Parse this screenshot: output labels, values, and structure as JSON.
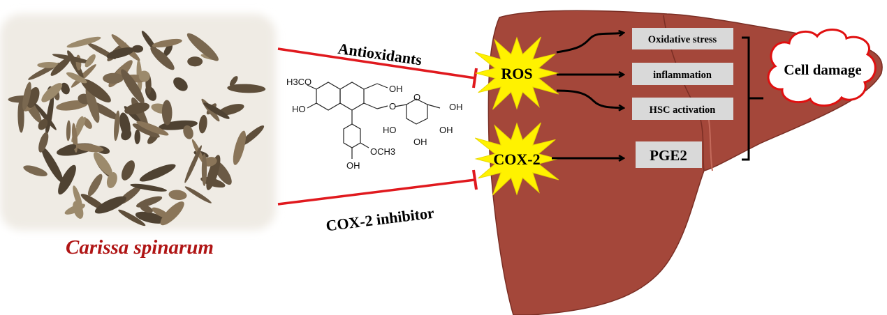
{
  "plant": {
    "name": "Carissa spinarum"
  },
  "inhibitions": {
    "top_label": "Antioxidants",
    "bottom_label": "COX-2 inhibitor"
  },
  "compound_labels": {
    "h3co": "H3CO",
    "ho_left": "HO",
    "oh_ch2": "OH",
    "o_link": "O",
    "o_ring": "O",
    "oh_sugar_ch2": "OH",
    "ho_sugar": "HO",
    "oh_sugar_right": "OH",
    "oh_sugar_bottom": "OH",
    "och3": "OCH3",
    "oh_phenol": "OH"
  },
  "targets": {
    "ros": "ROS",
    "cox2": "COX-2"
  },
  "effects": [
    "Oxidative stress",
    "inflammation",
    "HSC activation",
    "PGE2"
  ],
  "outcome": "Cell damage",
  "colors": {
    "liver": "#a4473a",
    "inhibit_red": "#e0191e",
    "star": "#fff200",
    "caption": "#b01515",
    "box": "#d9d9d9",
    "cloud_border": "#e01010"
  }
}
